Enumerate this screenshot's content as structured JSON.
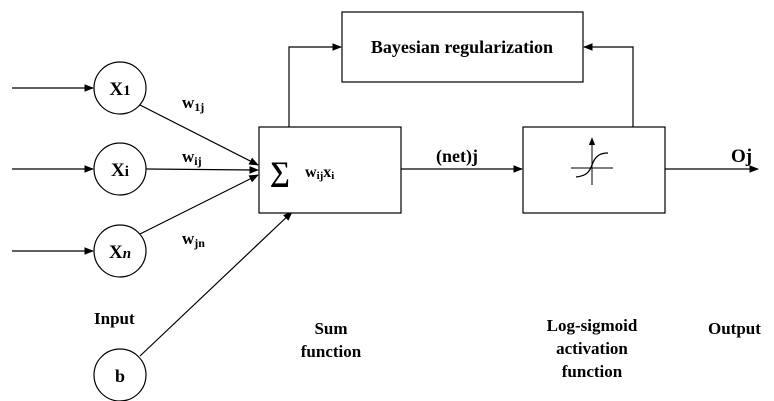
{
  "inputs": {
    "x1": {
      "main": "X",
      "sub": "1"
    },
    "xi": {
      "main": "X",
      "sub": "i"
    },
    "xn": {
      "main": "X",
      "sub": "n"
    },
    "bias": "b"
  },
  "weights": {
    "w1j": {
      "main": "w",
      "sub": "1j"
    },
    "wij": {
      "main": "w",
      "sub": "ij"
    },
    "wjn": {
      "main": "w",
      "sub": "jn"
    }
  },
  "sum_box": {
    "symbol": "∑",
    "w": "w",
    "w_sub": "ij",
    "x": "x",
    "x_sub": "i"
  },
  "net_label": "(net)j",
  "regularization_label": "Bayesian regularization",
  "output_label": "Oj",
  "captions": {
    "input": "Input",
    "sum_line1": "Sum",
    "sum_line2": "function",
    "sigmoid_line1": "Log-sigmoid",
    "sigmoid_line2": "activation",
    "sigmoid_line3": "function",
    "output": "Output"
  }
}
